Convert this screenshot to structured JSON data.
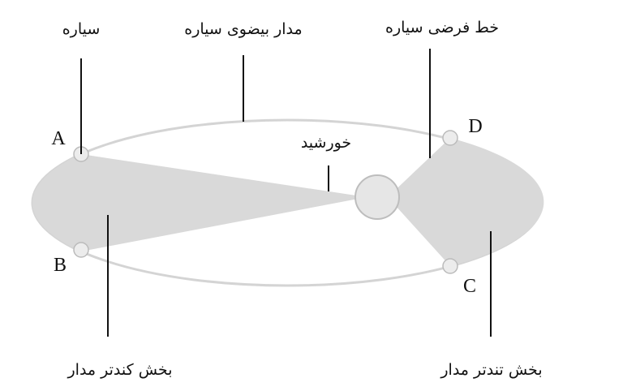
{
  "labels": {
    "planet": "سیاره",
    "elliptical_orbit": "مدار بیضوی سیاره",
    "imaginary_line": "خط فرضی سیاره",
    "sun": "خورشید",
    "slower_section": "بخش کندتر مدار",
    "faster_section": "بخش تندتر مدار"
  },
  "points": {
    "a": "A",
    "b": "B",
    "c": "C",
    "d": "D"
  },
  "colors": {
    "fill": "#d9d9d9",
    "orbit": "#d4d4d4",
    "line": "#111111",
    "body": "#e6e6e6"
  }
}
